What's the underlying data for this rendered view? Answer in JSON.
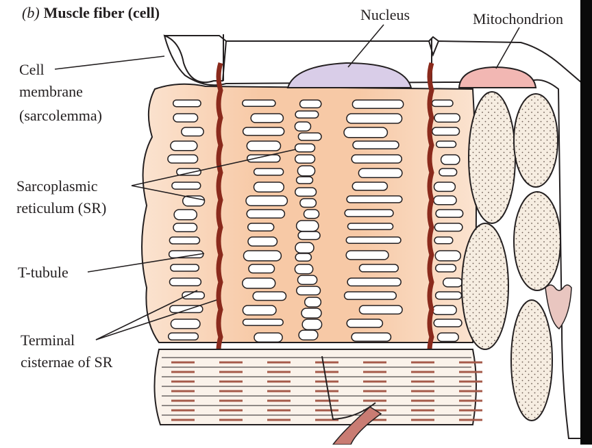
{
  "figure": {
    "panel_letter": "(b)",
    "title": "Muscle fiber (cell)"
  },
  "labels": {
    "nucleus": "Nucleus",
    "mitochondrion": "Mitochondrion",
    "cell_membrane": [
      "Cell",
      "membrane",
      "(sarcolemma)"
    ],
    "sarcoplasmic_reticulum": [
      "Sarcoplasmic",
      "reticulum (SR)"
    ],
    "t_tubule": "T-tubule",
    "terminal_cisternae": [
      "Terminal",
      "cisternae of SR"
    ]
  },
  "colors": {
    "sarcoplasm": "#f7c9a6",
    "sarcoplasm_light": "#fbe3d0",
    "t_tubule": "#8a2a1c",
    "nucleus": "#d9cde8",
    "mitochondrion": "#f2b7b3",
    "myofibril": "#f6ede1",
    "outline": "#231f20",
    "striation": "#a55a4a"
  }
}
